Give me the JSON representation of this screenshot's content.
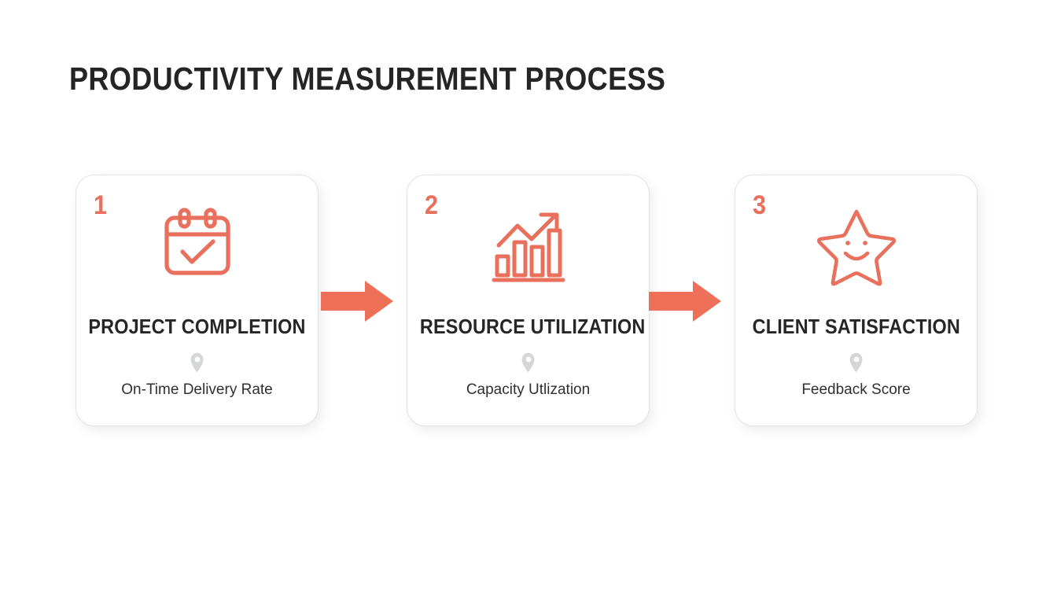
{
  "slide": {
    "title": "PRODUCTIVITY MEASUREMENT PROCESS",
    "background_color": "#ffffff",
    "accent_color": "#e8705c",
    "title_color": "#252525",
    "card_border_color": "#e2e3e5",
    "caption_color": "#303030",
    "pin_color": "#d5d6d8"
  },
  "steps": [
    {
      "number": "1",
      "title": "PROJECT COMPLETION",
      "caption": "On-Time Delivery Rate",
      "icon": "calendar-check-icon",
      "pin": "location-pin-icon"
    },
    {
      "number": "2",
      "title": "RESOURCE UTILIZATION",
      "caption": "Capacity Utlization",
      "icon": "bar-chart-growth-icon",
      "pin": "location-pin-icon"
    },
    {
      "number": "3",
      "title": "CLIENT SATISFACTION",
      "caption": "Feedback Score",
      "icon": "smiling-star-icon",
      "pin": "location-pin-icon"
    }
  ],
  "connectors": [
    {
      "icon": "arrow-right-icon",
      "color": "#ee7059"
    },
    {
      "icon": "arrow-right-icon",
      "color": "#ee7059"
    }
  ]
}
